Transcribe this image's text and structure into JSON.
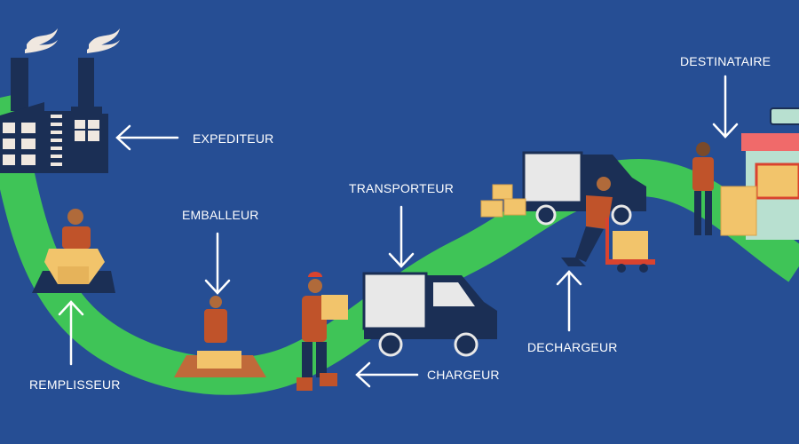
{
  "colors": {
    "background": "#264e94",
    "path": "#3fc457",
    "navy": "#1b2f55",
    "box": "#f2c46b",
    "vest": "#c0532a"
  },
  "labels": {
    "expediteur": "EXPEDITEUR",
    "emballeur": "EMBALLEUR",
    "transporteur": "TRANSPORTEUR",
    "remplisseur": "REMPLISSEUR",
    "chargeur": "CHARGEUR",
    "dechargeur": "DECHARGEUR",
    "destinataire": "DESTINATAIRE"
  }
}
